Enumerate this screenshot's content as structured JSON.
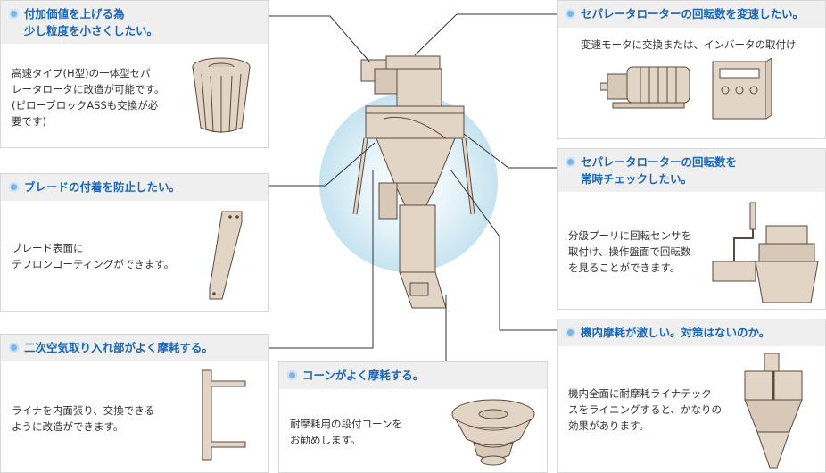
{
  "panels": {
    "p1": {
      "title": "付加価値を上げる為\n少し粒度を小さくしたい。",
      "body": "高速タイプ(H型)の一体型セパ\nレータロータに改造が可能です。\n(ピローブロックASSも交換が必\n要です)"
    },
    "p2": {
      "title": "ブレードの付着を防止したい。",
      "body": "ブレード表面に\nテフロンコーティングができます。"
    },
    "p3": {
      "title": "二次空気取り入れ部がよく摩耗する。",
      "body": "ライナを内面張り、交換できる\nように改造ができます。"
    },
    "p4": {
      "title": "コーンがよく摩耗する。",
      "body": "耐摩耗用の段付コーンを\nお勧めします。"
    },
    "p5": {
      "title": "セパレータローターの回転数を変速したい。",
      "body": "変速モータに交換または、インバータの取付け"
    },
    "p6": {
      "title": "セパレータローターの回転数を\n常時チェックしたい。",
      "body": "分級プーリに回転センサを\n取付け、操作盤面で回転数\nを見ることができます。"
    },
    "p7": {
      "title": "機内摩耗が激しい。対策はないのか。",
      "body": "機内全面に耐摩耗ライナテック\nスをライニングすると、かなりの\n効果があります。"
    }
  },
  "colors": {
    "title_blue": "#1a66b8",
    "header_bg": "#efefef",
    "machine_fill": "#e3d5c6",
    "machine_stroke": "#5a4a3e",
    "halo": "#bfe0ef"
  },
  "icons": {
    "bullet": "circle-bullet-icon"
  }
}
